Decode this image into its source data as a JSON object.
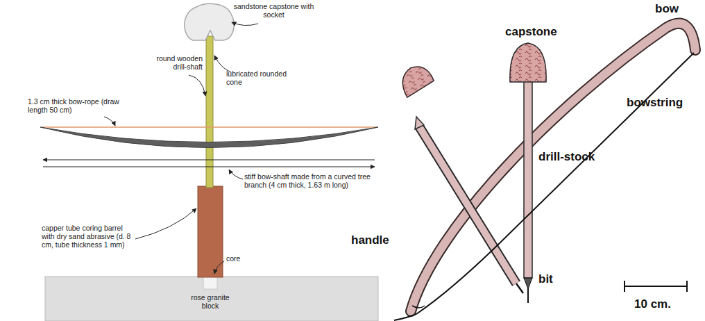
{
  "diagram": {
    "labels": [
      "sandstone capstone with socket",
      "round wooden drill-shaft",
      "lubricated rounded cone",
      "1.3 cm thick bow-rope (draw length 50 cm)",
      "stiff bow-shaft made from a curved tree branch (4 cm thick, 1.63 m long)",
      "capper tube coring barrel with dry sand abrasive (d. 8 cm, tube thickness 1 mm)",
      "core",
      "rose granite block",
      "bow",
      "capstone",
      "bowstring",
      "drill-stock",
      "handle",
      "bit",
      "10 cm."
    ]
  }
}
